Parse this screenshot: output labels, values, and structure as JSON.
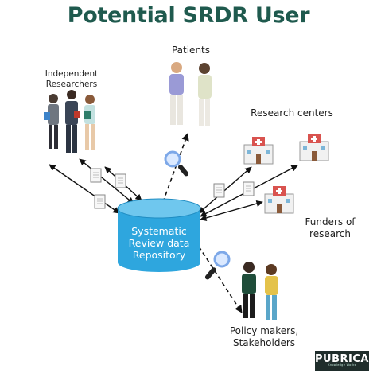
{
  "title": "Potential SRDR User",
  "hub": {
    "lines": [
      "Systematic",
      "Review data",
      "Repository"
    ],
    "fill": "#2ea6de",
    "top_fill": "#6fc7ee"
  },
  "nodes": {
    "independent_researchers": [
      "Independent",
      "Researchers"
    ],
    "patients": [
      "Patients"
    ],
    "research_centers": [
      "Research centers"
    ],
    "funders": [
      "Funders of",
      "research"
    ],
    "policy_makers": [
      "Policy makers,",
      "Stakeholders"
    ]
  },
  "brand": {
    "name": "PUBRICA",
    "tagline": "Knowledge Works"
  },
  "colors": {
    "title": "#1f5a4e",
    "arrow": "#111111",
    "building_roof": "#d9534f",
    "building_wall": "#f1f1f1"
  }
}
